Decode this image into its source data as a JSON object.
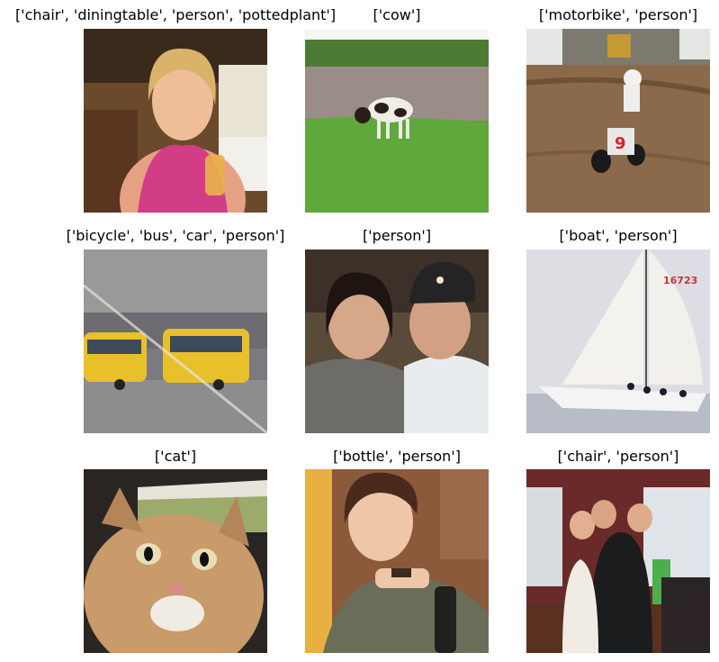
{
  "grid": {
    "cells": [
      {
        "labels": "['chair', 'diningtable', 'person', 'pottedplant']"
      },
      {
        "labels": "['cow']"
      },
      {
        "labels": "['motorbike', 'person']"
      },
      {
        "labels": "['bicycle', 'bus', 'car', 'person']"
      },
      {
        "labels": "['person']"
      },
      {
        "labels": "['boat', 'person']"
      },
      {
        "labels": "['cat']"
      },
      {
        "labels": "['bottle', 'person']"
      },
      {
        "labels": "['chair', 'person']"
      }
    ]
  }
}
